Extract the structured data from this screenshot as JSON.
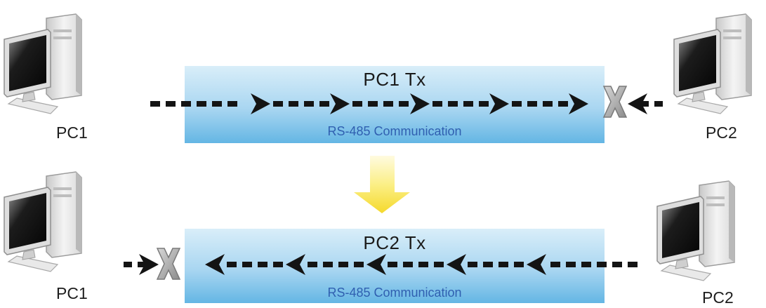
{
  "rows": [
    {
      "transmitter": "PC1",
      "title": "PC1 Tx",
      "subtitle": "RS-485 Communication",
      "left_label": "PC1",
      "right_label": "PC2",
      "direction": "left-to-right",
      "blocked_end": "right"
    },
    {
      "transmitter": "PC2",
      "title": "PC2 Tx",
      "subtitle": "RS-485 Communication",
      "left_label": "PC1",
      "right_label": "PC2",
      "direction": "right-to-left",
      "blocked_end": "left"
    }
  ],
  "transition_arrow": {
    "icon": "down-arrow-icon",
    "color": "#f7e04a"
  },
  "colors": {
    "panel_top": "#d8eefa",
    "panel_bottom": "#5fb4e3",
    "arrow": "#141414",
    "x_marker": "#9a9a9a",
    "subtitle": "#2f5fb0"
  }
}
